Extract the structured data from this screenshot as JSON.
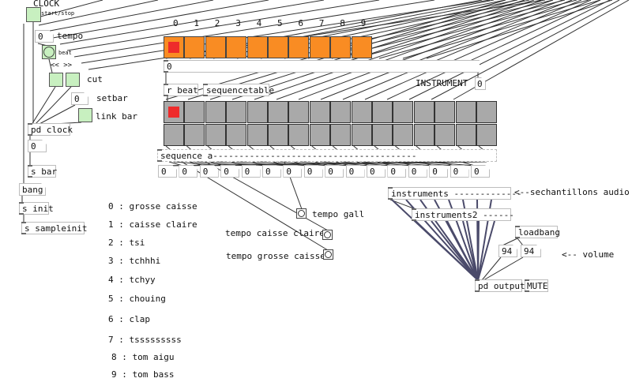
{
  "clock": {
    "title": "CLOCK",
    "start_stop_label": "start/stop",
    "tempo_label": "tempo",
    "tempo_value": "0",
    "beat_label": "beat",
    "prev_next_label": "<<  >>",
    "cut_label": "cut",
    "setbar_label": "setbar",
    "setbar_value": "0",
    "link_bar_label": "link bar",
    "pd_clock": "pd clock",
    "clock_out_value": "0",
    "s_bar": "s bar",
    "bang": "bang",
    "s_init": "s init",
    "s_sampleinit": "s sampleinit"
  },
  "sequencer": {
    "indices": [
      "0",
      "1",
      "2",
      "3",
      "4",
      "5",
      "6",
      "7",
      "8",
      "9"
    ],
    "index_value": "0",
    "r_beat": "r beat",
    "sequencetable": "sequencetable",
    "instrument_label": "INSTRUMENT",
    "instrument_value": "0",
    "sequence_object": "sequence a---------------------------------------",
    "outputs": [
      "0",
      "0",
      "0",
      "0",
      "0",
      "0",
      "0",
      "0",
      "0",
      "0",
      "0",
      "0",
      "0",
      "0",
      "0",
      "0"
    ]
  },
  "instruments": {
    "list": [
      "0 : grosse caisse",
      "1 : caisse claire",
      "2 : tsi",
      "3 : tchhhi",
      "4 : tchyy",
      "5 : chouing",
      "6 : clap",
      "7 : tsssssssss",
      "8 : tom aigu",
      "9 : tom bass"
    ]
  },
  "tempo_bangs": {
    "gall": "tempo gall",
    "caisse_claire": "tempo caisse claire",
    "grosse_caisse": "tempo grosse caisse"
  },
  "audio": {
    "instruments": "instruments -------------",
    "instruments_comment": "<--sechantillons audio",
    "instruments2": "instruments2 ------",
    "loadbang": "loadbang",
    "volume_value_a": "94",
    "volume_value_b": "94",
    "volume_comment": "<-- volume",
    "pd_output": "pd output",
    "mute": "MUTE"
  },
  "colors": {
    "step_active": "#f98c23",
    "step_pattern": "#a9a9a9",
    "playhead": "#ee2b2b",
    "toggle": "#c8f0c0"
  }
}
